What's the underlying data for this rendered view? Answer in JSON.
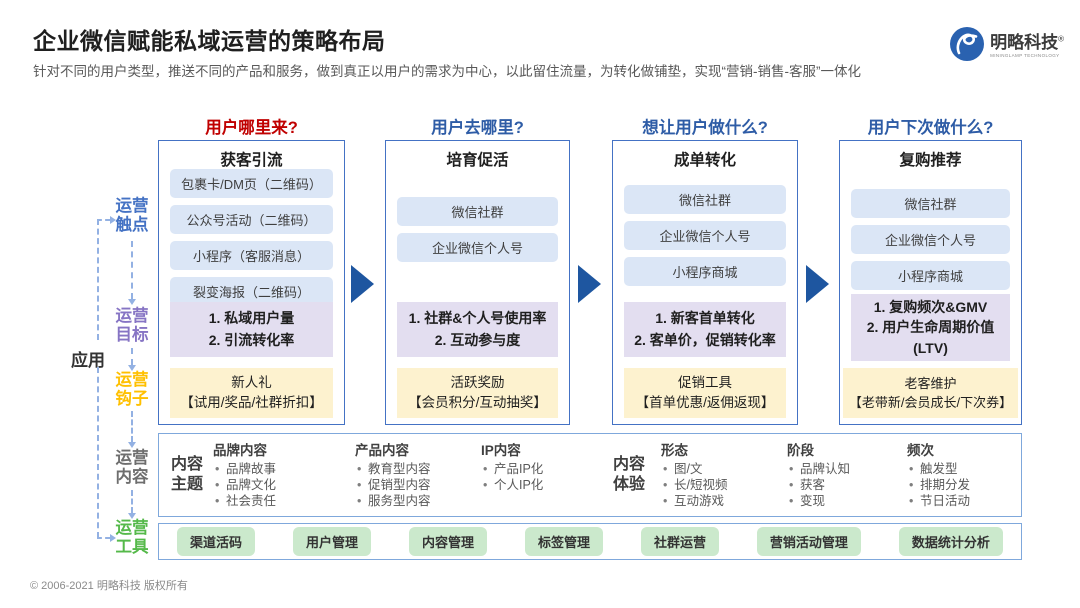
{
  "header": {
    "title": "企业微信赋能私域运营的策略布局",
    "subtitle": "针对不同的用户类型，推送不同的产品和服务，做到真正以用户的需求为中心，以此留住流量，为转化做铺垫，实现“营销-销售-客服”一体化",
    "logo_name": "明略科技",
    "logo_reg": "®",
    "logo_sub": "MININGLAMP TECHNOLOGY"
  },
  "left_rail": {
    "apply": "应用",
    "labels": [
      {
        "id": "touchpoints",
        "line1": "运营",
        "line2": "触点",
        "color": "#4472C4"
      },
      {
        "id": "goals",
        "line1": "运营",
        "line2": "目标",
        "color": "#8674C4"
      },
      {
        "id": "hooks",
        "line1": "运营",
        "line2": "钩子",
        "color": "#FFC000"
      },
      {
        "id": "content",
        "line1": "运营",
        "line2": "内容",
        "color": "#6E6E6E"
      },
      {
        "id": "tools",
        "line1": "运营",
        "line2": "工具",
        "color": "#55B94A"
      }
    ]
  },
  "columns": [
    {
      "question": "用户哪里来?",
      "title": "获客引流",
      "touchpoints": [
        "包裹卡/DM页（二维码）",
        "公众号活动（二维码）",
        "小程序（客服消息）",
        "裂变海报（二维码）"
      ],
      "goals": [
        "1. 私域用户量",
        "2. 引流转化率"
      ],
      "hook": [
        "新人礼",
        "【试用/奖品/社群折扣】"
      ]
    },
    {
      "question": "用户去哪里?",
      "title": "培育促活",
      "touchpoints": [
        "微信社群",
        "企业微信个人号"
      ],
      "goals": [
        "1. 社群&个人号使用率",
        "2. 互动参与度"
      ],
      "hook": [
        "活跃奖励",
        "【会员积分/互动抽奖】"
      ]
    },
    {
      "question": "想让用户做什么?",
      "title": "成单转化",
      "touchpoints": [
        "微信社群",
        "企业微信个人号",
        "小程序商城"
      ],
      "goals": [
        "1. 新客首单转化",
        "2. 客单价，促销转化率"
      ],
      "hook": [
        "促销工具",
        "【首单优惠/返佣返现】"
      ]
    },
    {
      "question": "用户下次做什么?",
      "title": "复购推荐",
      "touchpoints": [
        "微信社群",
        "企业微信个人号",
        "小程序商城"
      ],
      "goals": [
        "1. 复购频次&GMV",
        "2. 用户生命周期价值",
        "(LTV)"
      ],
      "hook": [
        "老客维护",
        "【老带新/会员成长/下次券】"
      ]
    }
  ],
  "content_section": {
    "theme_label": {
      "line1": "内容",
      "line2": "主题"
    },
    "experience_label": {
      "line1": "内容",
      "line2": "体验"
    },
    "groups": [
      {
        "header": "品牌内容",
        "items": [
          "品牌故事",
          "品牌文化",
          "社会责任"
        ]
      },
      {
        "header": "产品内容",
        "items": [
          "教育型内容",
          "促销型内容",
          "服务型内容"
        ]
      },
      {
        "header": "IP内容",
        "items": [
          "产品IP化",
          "个人IP化"
        ]
      },
      {
        "header": "形态",
        "items": [
          "图/文",
          "长/短视频",
          "互动游戏"
        ]
      },
      {
        "header": "阶段",
        "items": [
          "品牌认知",
          "获客",
          "变现"
        ]
      },
      {
        "header": "频次",
        "items": [
          "触发型",
          "排期分发",
          "节日活动"
        ]
      }
    ]
  },
  "tools": {
    "buttons": [
      "渠道活码",
      "用户管理",
      "内容管理",
      "标签管理",
      "社群运营",
      "营销活动管理",
      "数据统计分析"
    ]
  },
  "footer": {
    "copyright": "© 2006-2021 明略科技 版权所有"
  },
  "colors": {
    "question_red": "#C00000",
    "question_blue": "#2E5CA6",
    "touchpoint_pill_blue": "#DBE6F6",
    "goal_purple": "#E3DEF0",
    "hook_cream": "#FDF2CF",
    "tool_green": "#CBE9CC",
    "flow_arrow_blue": "#1E56A0",
    "card_border_blue": "#4472C4",
    "section_border_blue": "#7FA8DC",
    "dashed_connector_blue": "#93B1E3"
  }
}
